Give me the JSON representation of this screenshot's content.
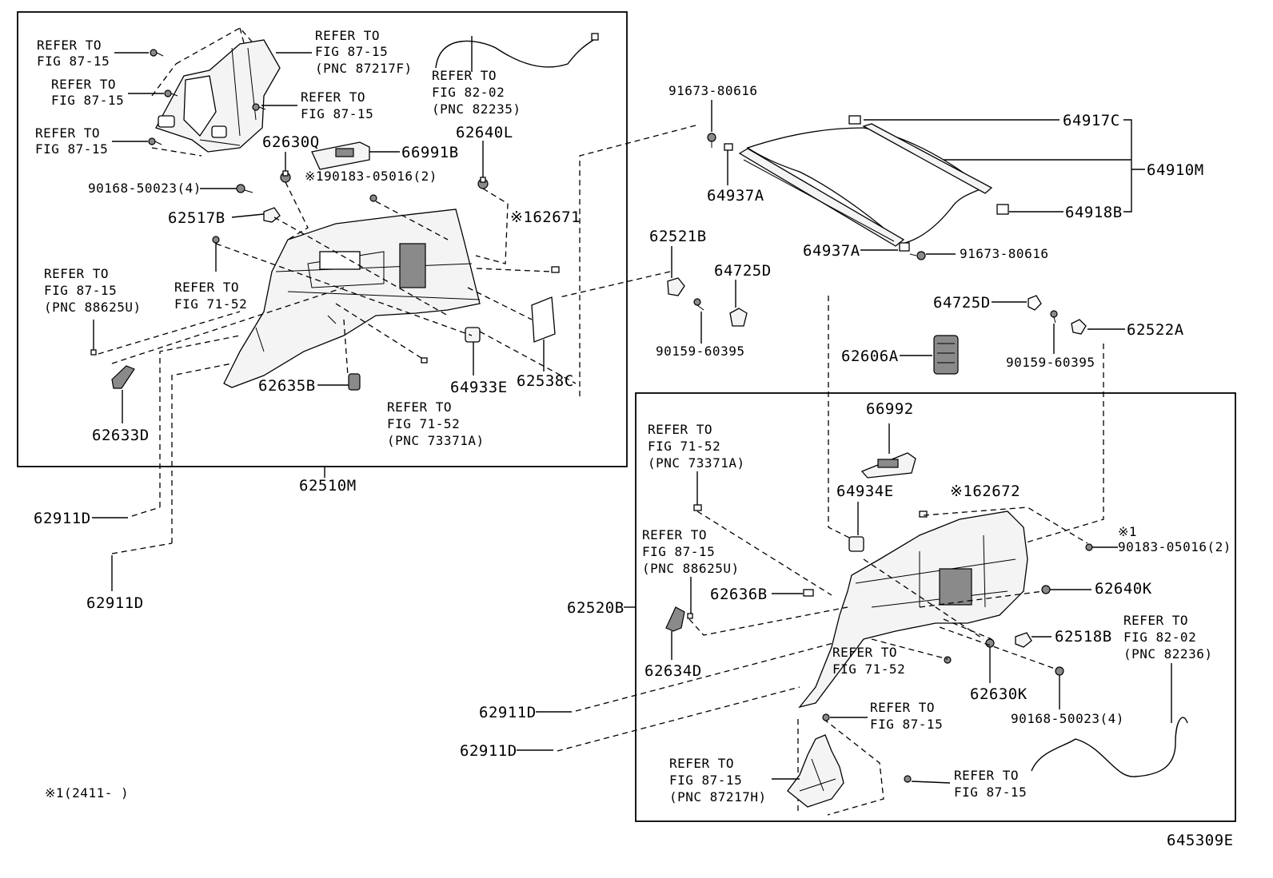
{
  "refs": {
    "r1": [
      "REFER TO",
      "FIG 87-15"
    ],
    "r2": [
      "REFER TO",
      "FIG 87-15"
    ],
    "r3": [
      "REFER TO",
      "FIG 87-15"
    ],
    "r4": [
      "REFER TO",
      "FIG 87-15",
      "(PNC 87217F)"
    ],
    "r5": [
      "REFER TO",
      "FIG 87-15"
    ],
    "r6": [
      "REFER TO",
      "FIG 82-02",
      "(PNC 82235)"
    ],
    "r7": [
      "REFER TO",
      "FIG 87-15",
      "(PNC 88625U)"
    ],
    "r8": [
      "REFER TO",
      "FIG 71-52"
    ],
    "r9": [
      "REFER TO",
      "FIG 71-52",
      "(PNC 73371A)"
    ],
    "r10": [
      "REFER TO",
      "FIG 71-52",
      "(PNC 73371A)"
    ],
    "r11": [
      "REFER TO",
      "FIG 87-15",
      "(PNC 88625U)"
    ],
    "r12": [
      "REFER TO",
      "FIG 71-52"
    ],
    "r13": [
      "REFER TO",
      "FIG 82-02",
      "(PNC 82236)"
    ],
    "r14": [
      "REFER TO",
      "FIG 87-15"
    ],
    "r15": [
      "REFER TO",
      "FIG 87-15",
      "(PNC 87217H)"
    ],
    "r16": [
      "REFER TO",
      "FIG 87-15"
    ]
  },
  "parts": {
    "p62630Q": "62630Q",
    "p66991B": "66991B",
    "p62640L": "62640L",
    "p90183a": "※190183-05016(2)",
    "p90168a": "90168-50023(4)",
    "p62517B": "62517B",
    "p62671": "※162671",
    "p62635B": "62635B",
    "p64933E": "64933E",
    "p62538C": "62538C",
    "p62633D": "62633D",
    "p62510M": "62510M",
    "p62911D_1": "62911D",
    "p62911D_2": "62911D",
    "p91673a": "91673-80616",
    "p64937A_1": "64937A",
    "p64917C": "64917C",
    "p64910M": "64910M",
    "p64918B": "64918B",
    "p62521B": "62521B",
    "p64725D_1": "64725D",
    "p64937A_2": "64937A",
    "p91673b": "91673-80616",
    "p90159a": "90159-60395",
    "p64725D_2": "64725D",
    "p62522A": "62522A",
    "p62606A": "62606A",
    "p90159b": "90159-60395",
    "p66992": "66992",
    "p64934E": "64934E",
    "p62672": "※162672",
    "p90183b_mark": "※1",
    "p90183b": "90183-05016(2)",
    "p62640K": "62640K",
    "p62636B": "62636B",
    "p62520B": "62520B",
    "p62518B": "62518B",
    "p62634D": "62634D",
    "p62630K": "62630K",
    "p90168b": "90168-50023(4)",
    "p62911D_3": "62911D",
    "p62911D_4": "62911D"
  },
  "footnote": "※1(2411-     )",
  "figure_id": "645309E"
}
